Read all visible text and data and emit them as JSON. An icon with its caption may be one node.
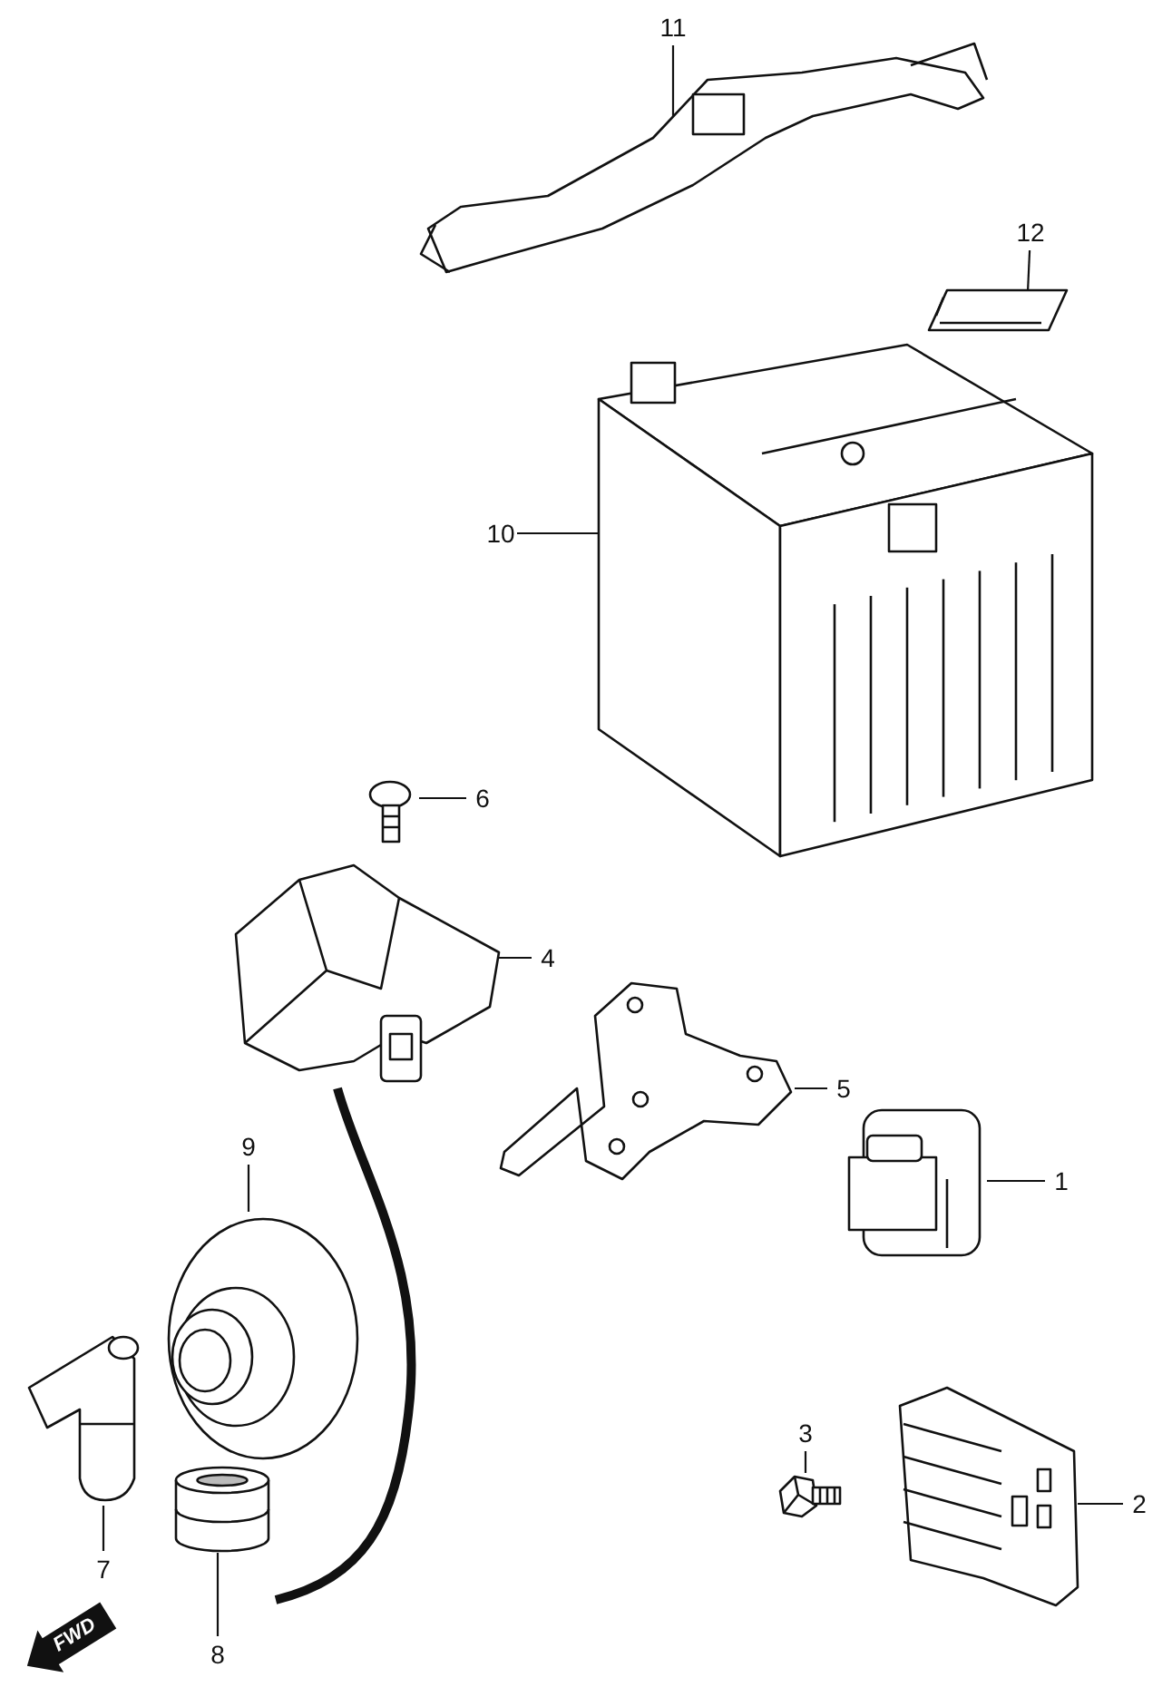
{
  "diagram": {
    "nodes": [
      {
        "text": [
          "11"
        ]
      },
      {
        "text": [
          "12"
        ]
      },
      {
        "text": [
          "10"
        ]
      },
      {
        "text": [
          "6"
        ]
      },
      {
        "text": [
          "4"
        ]
      },
      {
        "text": [
          "5"
        ]
      },
      {
        "text": [
          "9"
        ]
      },
      {
        "text": [
          "1"
        ]
      },
      {
        "text": [
          "3"
        ]
      },
      {
        "text": [
          "2"
        ]
      },
      {
        "text": [
          "7"
        ]
      },
      {
        "text": [
          "8"
        ]
      },
      {
        "text": [],
        "shape": "picture"
      },
      {
        "text": [],
        "shape": "picture"
      },
      {
        "text": [],
        "shape": "picture"
      },
      {
        "text": [],
        "shape": "picture"
      },
      {
        "text": [],
        "shape": "picture"
      },
      {
        "text": [],
        "shape": "picture"
      },
      {
        "text": [],
        "shape": "picture"
      },
      {
        "text": [],
        "shape": "picture"
      },
      {
        "text": [],
        "shape": "picture"
      },
      {
        "text": [],
        "shape": "picture"
      },
      {
        "text": [],
        "shape": "picture"
      },
      {
        "text": [],
        "shape": "cylinder"
      }
    ],
    "edges": [
      {
        "from": 0,
        "to": 12,
        "arrow": "none"
      },
      {
        "from": 1,
        "to": 13,
        "arrow": "none"
      },
      {
        "from": 2,
        "to": 14,
        "arrow": "none"
      },
      {
        "from": 3,
        "to": 15,
        "arrow": "none"
      },
      {
        "from": 4,
        "to": 16,
        "arrow": "none"
      },
      {
        "from": 5,
        "to": 17,
        "arrow": "none"
      },
      {
        "from": 6,
        "to": 18,
        "arrow": "none"
      },
      {
        "from": 7,
        "to": 19,
        "arrow": "none"
      },
      {
        "from": 8,
        "to": 20,
        "arrow": "none"
      },
      {
        "from": 9,
        "to": 21,
        "arrow": "none"
      },
      {
        "from": 10,
        "to": 22,
        "arrow": "none"
      },
      {
        "from": 11,
        "to": 23,
        "arrow": "none"
      }
    ],
    "labels": [
      "FWD"
    ]
  }
}
